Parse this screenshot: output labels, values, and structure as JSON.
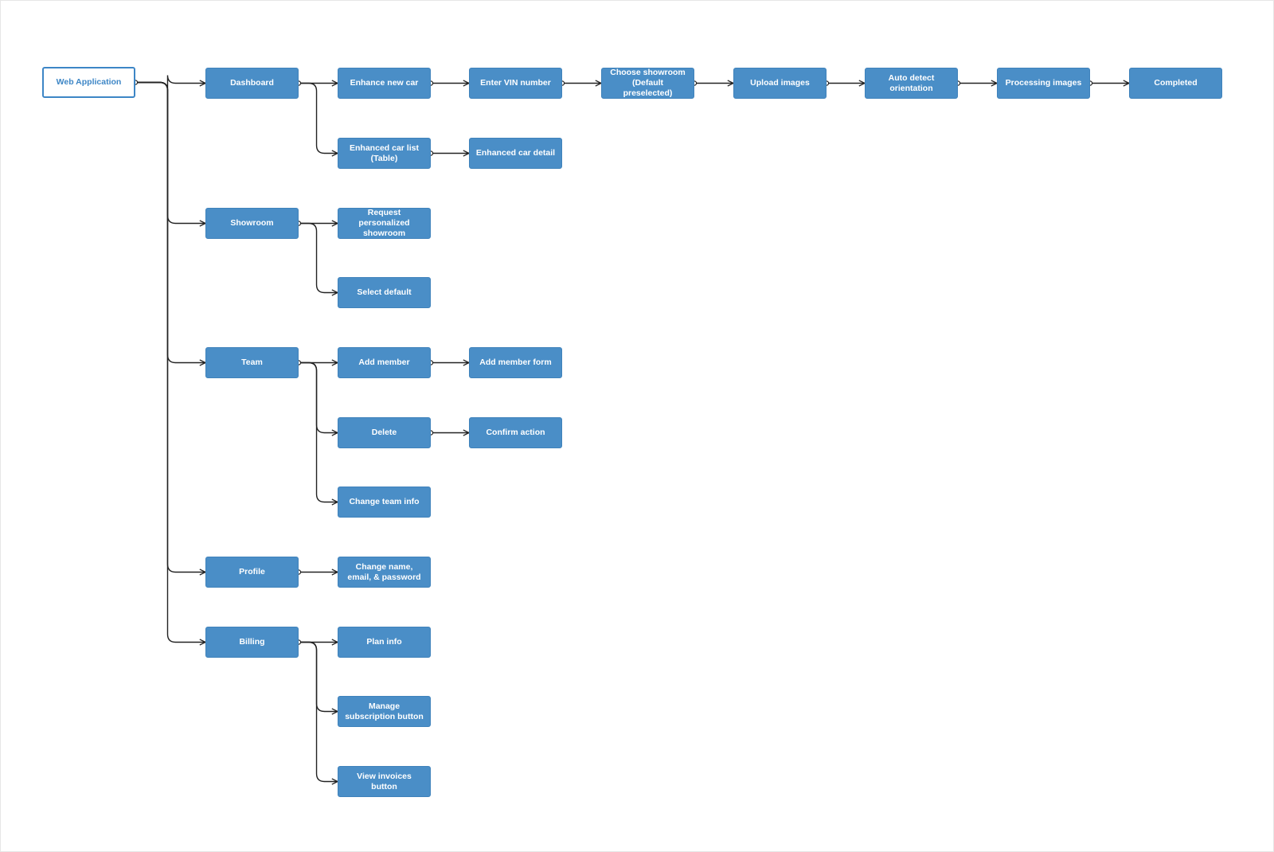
{
  "diagram": {
    "colors": {
      "node_fill": "#4a8ec7",
      "node_text": "#ffffff",
      "root_border": "#3d86c6",
      "connector": "#222222"
    },
    "nodes": {
      "web_application": "Web Application",
      "dashboard": "Dashboard",
      "enhance_new_car": "Enhance new car",
      "enter_vin_number": "Enter VIN number",
      "choose_showroom": "Choose showroom (Default preselected)",
      "upload_images": "Upload images",
      "auto_detect_orientation": "Auto detect orientation",
      "processing_images": "Processing images",
      "completed": "Completed",
      "enhanced_car_list": "Enhanced car list (Table)",
      "enhanced_car_detail": "Enhanced car detail",
      "showroom": "Showroom",
      "request_personalized_showroom": "Request personalized showroom",
      "select_default": "Select default",
      "team": "Team",
      "add_member": "Add member",
      "add_member_form": "Add member form",
      "delete": "Delete",
      "confirm_action": "Confirm action",
      "change_team_info": "Change team info",
      "profile": "Profile",
      "change_name_email_password": "Change name, email, & password",
      "billing": "Billing",
      "plan_info": "Plan info",
      "manage_subscription_button": "Manage subscription button",
      "view_invoices_button": "View invoices button"
    },
    "edges": [
      [
        "web_application",
        "dashboard"
      ],
      [
        "web_application",
        "showroom"
      ],
      [
        "web_application",
        "team"
      ],
      [
        "web_application",
        "profile"
      ],
      [
        "web_application",
        "billing"
      ],
      [
        "dashboard",
        "enhance_new_car"
      ],
      [
        "dashboard",
        "enhanced_car_list"
      ],
      [
        "enhance_new_car",
        "enter_vin_number"
      ],
      [
        "enter_vin_number",
        "choose_showroom"
      ],
      [
        "choose_showroom",
        "upload_images"
      ],
      [
        "upload_images",
        "auto_detect_orientation"
      ],
      [
        "auto_detect_orientation",
        "processing_images"
      ],
      [
        "processing_images",
        "completed"
      ],
      [
        "enhanced_car_list",
        "enhanced_car_detail"
      ],
      [
        "showroom",
        "request_personalized_showroom"
      ],
      [
        "showroom",
        "select_default"
      ],
      [
        "team",
        "add_member"
      ],
      [
        "team",
        "delete"
      ],
      [
        "team",
        "change_team_info"
      ],
      [
        "add_member",
        "add_member_form"
      ],
      [
        "delete",
        "confirm_action"
      ],
      [
        "profile",
        "change_name_email_password"
      ],
      [
        "billing",
        "plan_info"
      ],
      [
        "billing",
        "manage_subscription_button"
      ],
      [
        "billing",
        "view_invoices_button"
      ]
    ]
  }
}
